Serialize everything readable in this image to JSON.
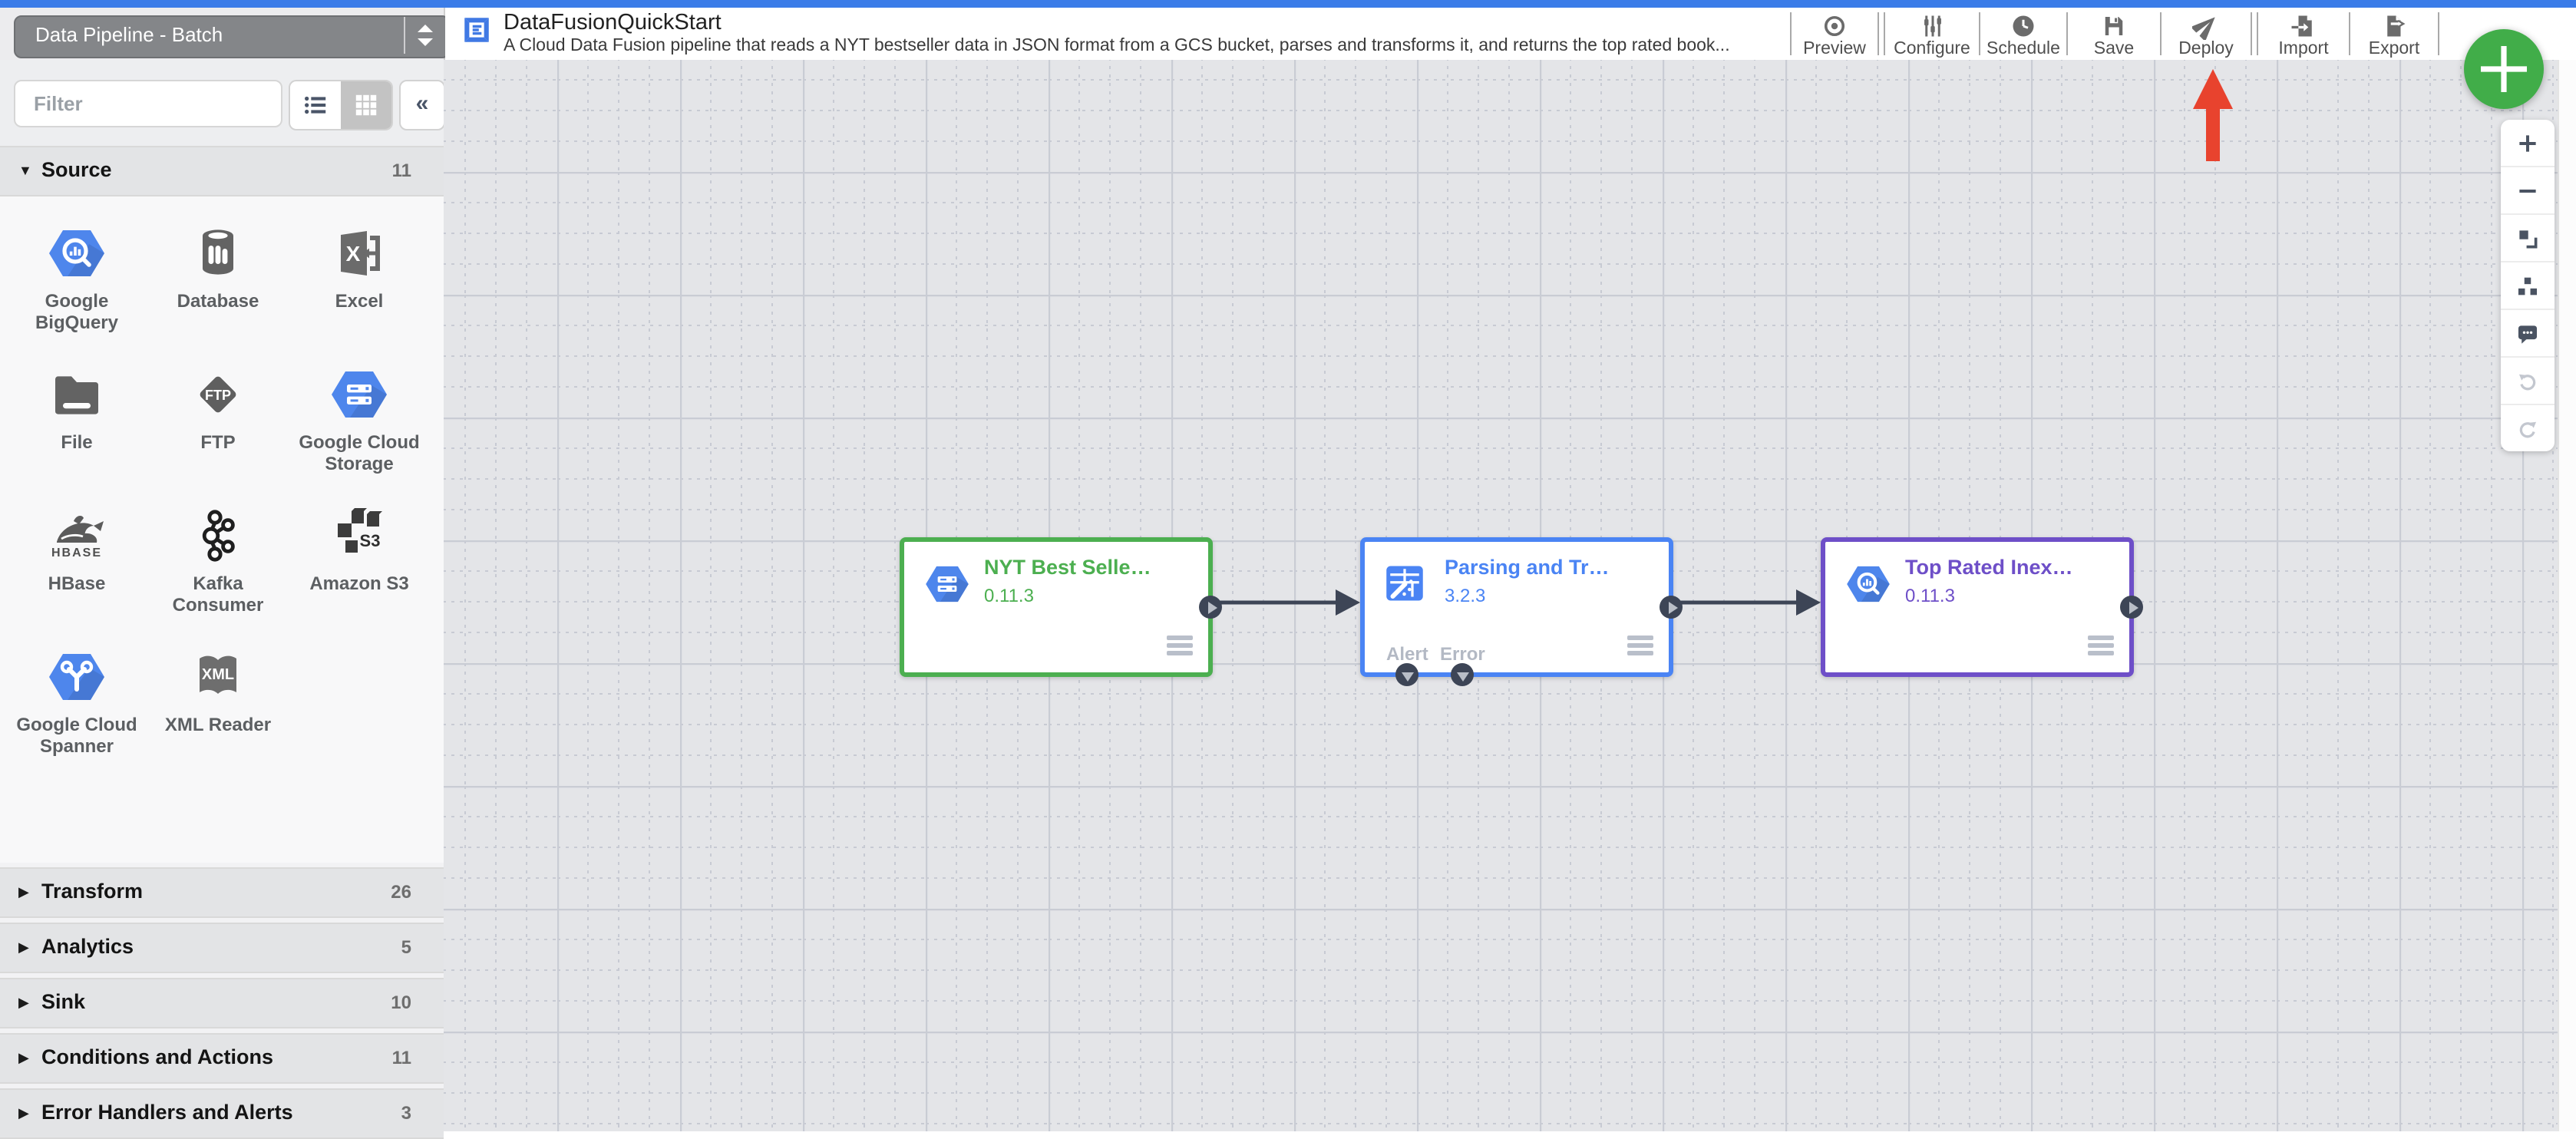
{
  "app": {
    "top_accent_color": "#3b7ce8",
    "pipeline_type_label": "Data Pipeline - Batch",
    "title": "DataFusionQuickStart",
    "description": "A Cloud Data Fusion pipeline that reads a NYT bestseller data in JSON format from a GCS bucket, parses and transforms it, and returns the top rated book...",
    "logo_icon": "cdap-logo-icon"
  },
  "toolbar": {
    "buttons": [
      {
        "label": "Preview",
        "icon": "preview-eye-icon"
      },
      {
        "label": "Configure",
        "icon": "sliders-icon"
      },
      {
        "label": "Schedule",
        "icon": "clock-icon"
      },
      {
        "label": "Save",
        "icon": "save-floppy-icon"
      },
      {
        "label": "Deploy",
        "icon": "paper-plane-icon"
      },
      {
        "label": "Import",
        "icon": "import-file-icon"
      },
      {
        "label": "Export",
        "icon": "export-file-icon"
      }
    ],
    "add_button": {
      "icon": "plus-icon",
      "color": "#41ad49"
    }
  },
  "annotation": {
    "target": "Deploy",
    "arrow_color": "#e8432e"
  },
  "sidebar": {
    "filter_placeholder": "Filter",
    "view_toggle": {
      "options": [
        "list",
        "grid"
      ],
      "selected": "grid",
      "list_icon": "list-view-icon",
      "grid_icon": "grid-view-icon"
    },
    "collapse_glyph": "«",
    "sections": [
      {
        "label": "Source",
        "count": "11",
        "caret": "▼",
        "expanded": true
      },
      {
        "label": "Transform",
        "count": "26",
        "caret": "▶",
        "expanded": false
      },
      {
        "label": "Analytics",
        "count": "5",
        "caret": "▶",
        "expanded": false
      },
      {
        "label": "Sink",
        "count": "10",
        "caret": "▶",
        "expanded": false
      },
      {
        "label": "Conditions and Actions",
        "count": "11",
        "caret": "▶",
        "expanded": false
      },
      {
        "label": "Error Handlers and Alerts",
        "count": "3",
        "caret": "▶",
        "expanded": false
      }
    ],
    "source_items": [
      {
        "label": "Google BigQuery",
        "icon": "google-bigquery-icon"
      },
      {
        "label": "Database",
        "icon": "database-icon"
      },
      {
        "label": "Excel",
        "icon": "excel-icon",
        "icon_text": "X"
      },
      {
        "label": "File",
        "icon": "file-folder-icon"
      },
      {
        "label": "FTP",
        "icon": "ftp-icon",
        "icon_text": "FTP"
      },
      {
        "label": "Google Cloud Storage",
        "icon": "google-cloud-storage-icon"
      },
      {
        "label": "HBase",
        "icon": "hbase-icon",
        "icon_text": "HBASE"
      },
      {
        "label": "Kafka Consumer",
        "icon": "kafka-icon"
      },
      {
        "label": "Amazon S3",
        "icon": "amazon-s3-icon",
        "icon_text": "S3"
      },
      {
        "label": "Google Cloud Spanner",
        "icon": "google-cloud-spanner-icon"
      },
      {
        "label": "XML Reader",
        "icon": "xml-reader-icon",
        "icon_text": "XML"
      }
    ]
  },
  "canvas": {
    "nodes": [
      {
        "title": "NYT Best Selle…",
        "version": "0.11.3",
        "color": "#4caf50",
        "icon": "google-cloud-storage-icon"
      },
      {
        "title": "Parsing and Tr…",
        "version": "3.2.3",
        "color": "#4a84f4",
        "icon": "wrangler-icon",
        "ports": [
          {
            "label": "Alert"
          },
          {
            "label": "Error"
          }
        ]
      },
      {
        "title": "Top Rated Inex…",
        "version": "0.11.3",
        "color": "#6e4fc8",
        "icon": "google-bigquery-icon"
      }
    ],
    "zoom_toolbar": [
      {
        "icon": "zoom-in-icon"
      },
      {
        "icon": "zoom-out-icon"
      },
      {
        "icon": "fit-to-screen-icon"
      },
      {
        "icon": "align-nodes-icon"
      },
      {
        "icon": "comment-icon"
      },
      {
        "icon": "undo-icon"
      },
      {
        "icon": "redo-icon"
      }
    ]
  }
}
